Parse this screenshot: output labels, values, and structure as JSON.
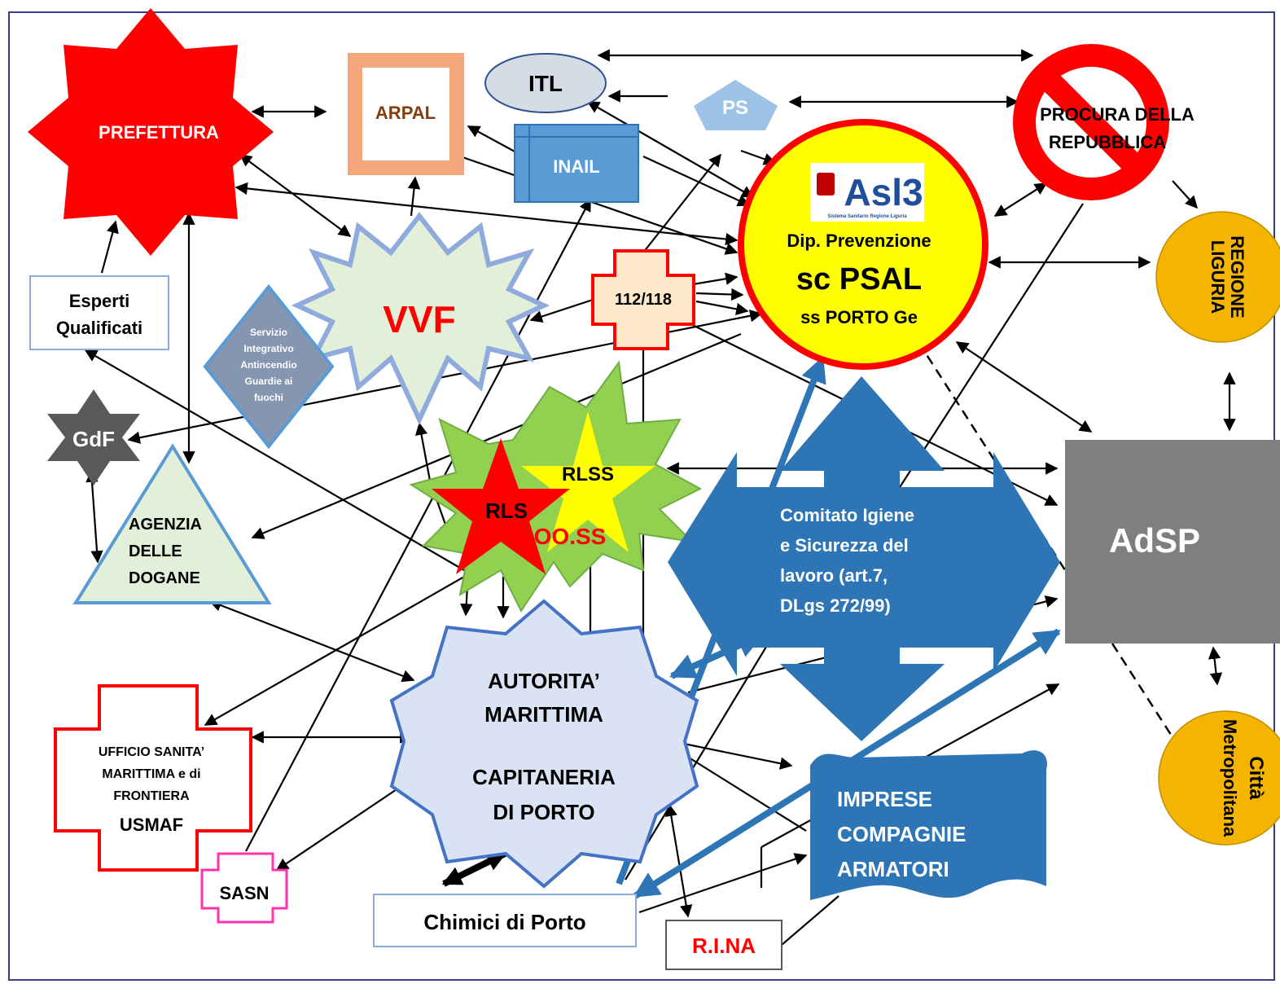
{
  "nodes": {
    "prefettura": "PREFETTURA",
    "arpal": "ARPAL",
    "itl": "ITL",
    "inail": "INAIL",
    "ps": "PS",
    "procura_line1": "PROCURA DELLA",
    "procura_line2": "REPUBBLICA",
    "asl_logo": "Asl3",
    "asl_logo_sub": "Sistema Sanitario Regione Liguria",
    "asl_line1": "Dip. Prevenzione",
    "asl_line2": "sc PSAL",
    "asl_line3": "ss PORTO Ge",
    "regione_line1": "REGIONE",
    "regione_line2": "LIGURIA",
    "esperti_line1": "Esperti",
    "esperti_line2": "Qualificati",
    "vvf": "VVF",
    "emergency": "112/118",
    "servizio_line1": "Servizio",
    "servizio_line2": "Integrativo",
    "servizio_line3": "Antincendio",
    "servizio_line4": "Guardie ai",
    "servizio_line5": "fuochi",
    "gdf": "GdF",
    "agenzia_line1": "AGENZIA",
    "agenzia_line2": "DELLE",
    "agenzia_line3": "DOGANE",
    "rls": "RLS",
    "rlss": "RLSS",
    "ooss": "OO.SS",
    "comitato_line1": "Comitato Igiene",
    "comitato_line2": "e Sicurezza del",
    "comitato_line3": "lavoro (art.7,",
    "comitato_line4": "DLgs 272/99)",
    "adsp": "AdSP",
    "autorita_line1": "AUTORITA’",
    "autorita_line2": "MARITTIMA",
    "autorita_line3": "CAPITANERIA",
    "autorita_line4": "DI PORTO",
    "usmaf_line1": "UFFICIO SANITA’",
    "usmaf_line2": "MARITTIMA e di",
    "usmaf_line3": "FRONTIERA",
    "usmaf_line4": "USMAF",
    "sasn": "SASN",
    "chimici": "Chimici di Porto",
    "rina": "R.I.NA",
    "imprese_line1": "IMPRESE",
    "imprese_line2": "COMPAGNIE",
    "imprese_line3": "ARMATORI",
    "citta_line1": "Città",
    "citta_line2": "Metropolitana"
  },
  "colors": {
    "prefettura": "#ff0000",
    "arpal_border": "#f4a77a",
    "itl": "#d6dce5",
    "inail": "#5b9bd5",
    "ps": "#9dc3e6",
    "no_sign": "#ff0000",
    "asl_fill": "#ffff00",
    "asl_border": "#ff0000",
    "regione": "#f4b400",
    "vvf_fill": "#e2efd9",
    "vvf_border": "#8faadc",
    "emergency_fill": "#fde9c9",
    "servizio": "#8496b0",
    "gdf": "#595959",
    "agenzia": "#e2f0d9",
    "sindacati": "#92d050",
    "rls": "#ff0000",
    "rlss": "#ffff00",
    "comitato": "#2e75b6",
    "adsp": "#7f7f7f",
    "autorita": "#dae3f3",
    "usmaf_border": "#ff0000",
    "sasn_border": "#ff33aa",
    "imprese": "#2e75b6",
    "citta": "#f4b400",
    "frame": "#3a3a8a"
  }
}
